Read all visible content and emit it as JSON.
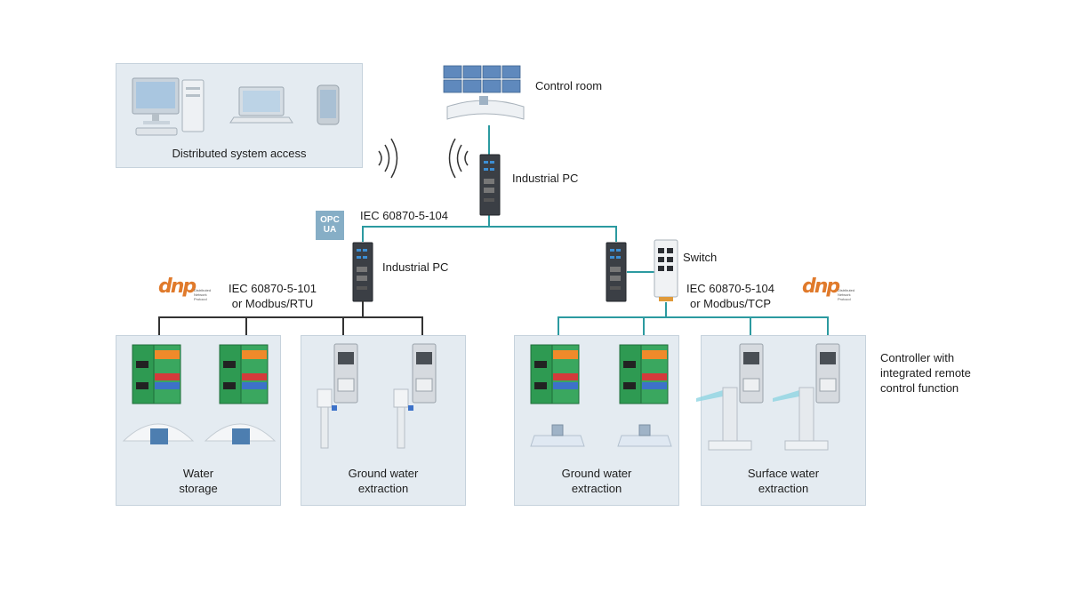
{
  "access_panel": {
    "label": "Distributed system access"
  },
  "control_room": {
    "label": "Control room"
  },
  "industrial_pc_top": {
    "label": "Industrial PC"
  },
  "industrial_pc_left": {
    "label": "Industrial PC"
  },
  "switch": {
    "label": "Switch"
  },
  "protocol_top": {
    "label": "IEC 60870-5-104"
  },
  "opc_badge": {
    "line1": "OPC",
    "line2": "UA"
  },
  "protocol_left": {
    "line1": "IEC 60870-5-101",
    "line2": "or Modbus/RTU"
  },
  "protocol_right": {
    "line1": "IEC 60870-5-104",
    "line2": "or Modbus/TCP"
  },
  "dnp_logo": {
    "text": "dnp",
    "subtitle": "Distributed Network Protocol"
  },
  "controller_note": {
    "line1": "Controller with",
    "line2": "integrated remote",
    "line3": "control function"
  },
  "stations": [
    {
      "line1": "Water",
      "line2": "storage"
    },
    {
      "line1": "Ground water",
      "line2": "extraction"
    },
    {
      "line1": "Ground water",
      "line2": "extraction"
    },
    {
      "line1": "Surface water",
      "line2": "extraction"
    }
  ],
  "colors": {
    "teal_wire": "#2c9aa0",
    "dark_wire": "#333333",
    "panel": "#e4ebf1",
    "opc_badge": "#86aec6",
    "dnp_orange": "#e07a2b"
  }
}
